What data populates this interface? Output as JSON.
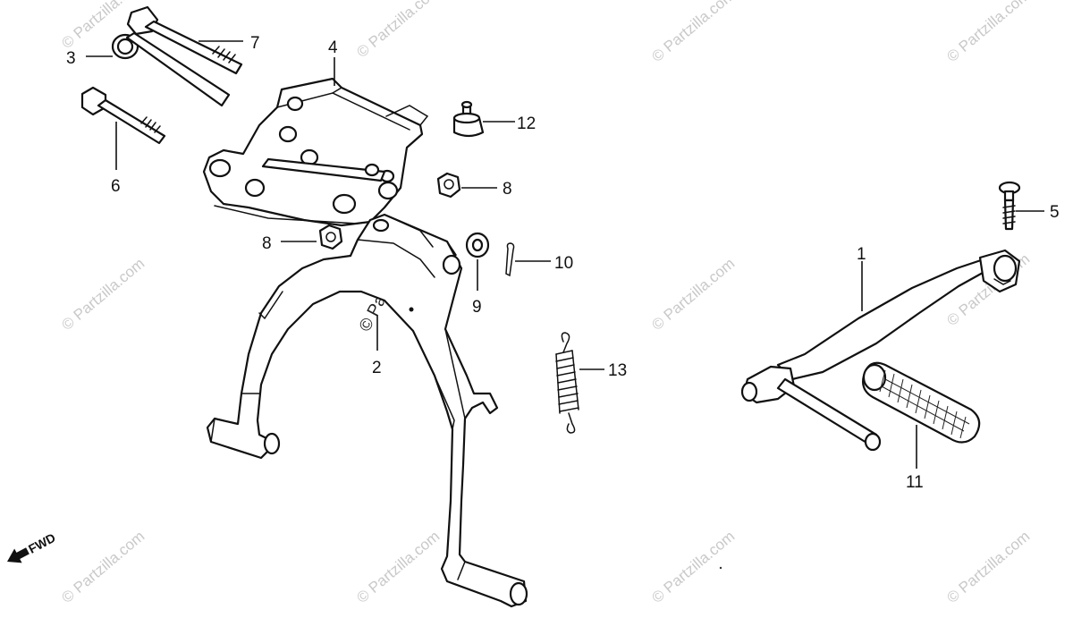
{
  "diagram": {
    "callouts": [
      {
        "id": "label-1",
        "text": "1"
      },
      {
        "id": "label-2",
        "text": "2"
      },
      {
        "id": "label-3",
        "text": "3"
      },
      {
        "id": "label-4",
        "text": "4"
      },
      {
        "id": "label-5",
        "text": "5"
      },
      {
        "id": "label-6",
        "text": "6"
      },
      {
        "id": "label-7",
        "text": "7"
      },
      {
        "id": "label-8a",
        "text": "8"
      },
      {
        "id": "label-8b",
        "text": "8"
      },
      {
        "id": "label-9",
        "text": "9"
      },
      {
        "id": "label-10",
        "text": "10"
      },
      {
        "id": "label-11",
        "text": "11"
      },
      {
        "id": "label-12",
        "text": "12"
      },
      {
        "id": "label-13",
        "text": "13"
      }
    ],
    "fwd_label": "FWD",
    "watermark_text": "© Partzilla.com"
  }
}
